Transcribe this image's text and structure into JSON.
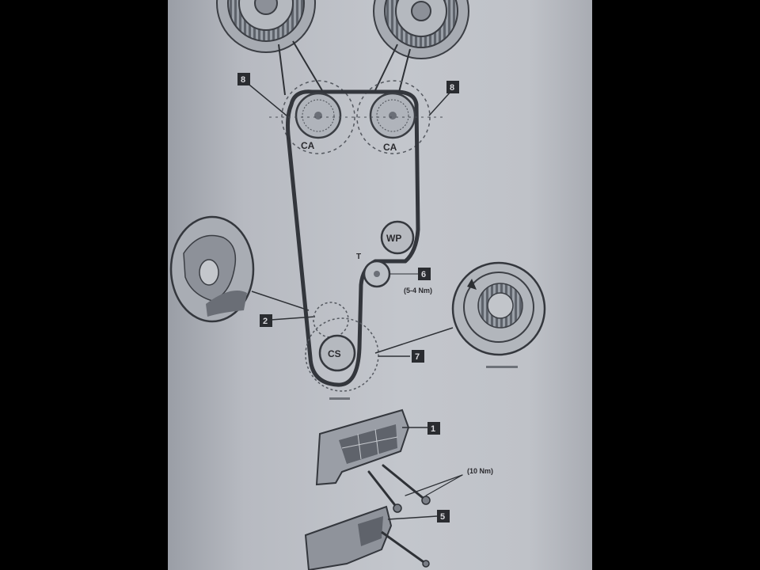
{
  "diagram": {
    "pulleys": {
      "camshaft_left": "CA",
      "camshaft_right": "CA",
      "water_pump": "WP",
      "tensioner": "T",
      "crankshaft": "CS"
    },
    "callouts": {
      "top_left": "8",
      "top_right": "8",
      "tensioner": "6",
      "left_detail": "2",
      "crank_detail": "7",
      "cover_upper": "1",
      "cover_lower": "5"
    },
    "torque_notes": {
      "tensioner": "(5-4 Nm)",
      "cover_bolts": "(10 Nm)"
    }
  }
}
